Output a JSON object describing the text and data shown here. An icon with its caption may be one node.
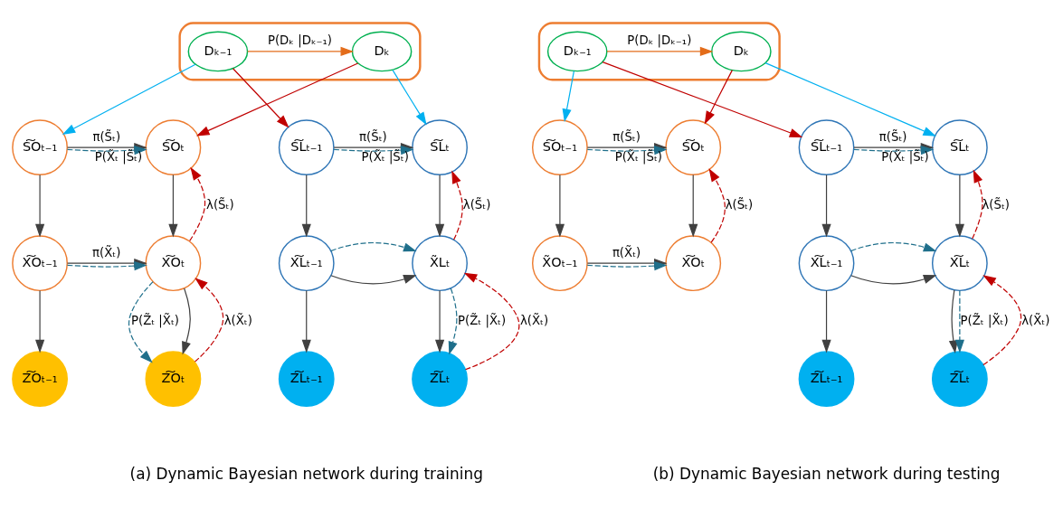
{
  "diagram": {
    "nodes": [
      {
        "text": [],
        "shape": "box"
      },
      {
        "text": [
          "Dₖ₋₁"
        ],
        "in": 0
      },
      {
        "text": [
          "Dₖ"
        ],
        "in": 0
      },
      {
        "text": [
          "S͠Oₜ₋₁"
        ]
      },
      {
        "text": [
          "S͠Oₜ"
        ]
      },
      {
        "text": [
          "S͠Lₜ₋₁"
        ]
      },
      {
        "text": [
          "S͠Lₜ"
        ]
      },
      {
        "text": [
          "X͠Oₜ₋₁"
        ]
      },
      {
        "text": [
          "X͠Oₜ"
        ]
      },
      {
        "text": [
          "X͠Lₜ₋₁"
        ]
      },
      {
        "text": [
          "X̃Lₜ"
        ]
      },
      {
        "text": [
          "Z͠Oₜ₋₁"
        ]
      },
      {
        "text": [
          "Z͠Oₜ"
        ]
      },
      {
        "text": [
          "Z͠Lₜ₋₁"
        ]
      },
      {
        "text": [
          "Z͠Lₜ"
        ]
      },
      {
        "text": [],
        "shape": "box"
      },
      {
        "text": [
          "Dₖ₋₁"
        ],
        "in": 15
      },
      {
        "text": [
          "Dₖ"
        ],
        "in": 15
      },
      {
        "text": [
          "S͠Oₜ₋₁"
        ]
      },
      {
        "text": [
          "S͠Oₜ"
        ]
      },
      {
        "text": [
          "S͠Lₜ₋₁"
        ]
      },
      {
        "text": [
          "S͠Lₜ"
        ]
      },
      {
        "text": [
          "X̃Oₜ₋₁"
        ]
      },
      {
        "text": [
          "X͠Oₜ"
        ]
      },
      {
        "text": [
          "X͠Lₜ₋₁"
        ]
      },
      {
        "text": [
          "X͠Lₜ"
        ]
      },
      {
        "text": [
          "Z͠Lₜ₋₁"
        ]
      },
      {
        "text": [
          "Z͠Lₜ"
        ]
      }
    ],
    "edges": [
      {
        "from": 1,
        "to": 2,
        "arrow": "to",
        "label": "P(Dₖ |Dₖ₋₁)",
        "color": "#e36c1a"
      },
      {
        "from": 1,
        "to": 3,
        "arrow": "to",
        "color": "#00b0f0"
      },
      {
        "from": 2,
        "to": 4,
        "arrow": "to",
        "color": "#c00000"
      },
      {
        "from": 1,
        "to": 5,
        "arrow": "to",
        "color": "#c00000"
      },
      {
        "from": 2,
        "to": 6,
        "arrow": "to",
        "color": "#00b0f0"
      },
      {
        "from": 3,
        "to": 4,
        "arrow": "to",
        "label": "π(S̃ₜ)"
      },
      {
        "from": 3,
        "to": 4,
        "arrow": "to",
        "label": "P(X̃ₜ |S̃ₜ)",
        "style": "dashed",
        "color": "#1f6f8b"
      },
      {
        "from": 3,
        "to": 7,
        "arrow": "to"
      },
      {
        "from": 4,
        "to": 8,
        "arrow": "to"
      },
      {
        "from": 8,
        "to": 4,
        "arrow": "to",
        "label": "λ(S̃ₜ)",
        "style": "dashed",
        "color": "#c00000"
      },
      {
        "from": 7,
        "to": 8,
        "arrow": "to",
        "label": "π(X̃ₜ)"
      },
      {
        "from": 7,
        "to": 8,
        "arrow": "to",
        "style": "dashed",
        "color": "#1f6f8b"
      },
      {
        "from": 7,
        "to": 11,
        "arrow": "to"
      },
      {
        "from": 8,
        "to": 12,
        "arrow": "to"
      },
      {
        "from": 8,
        "to": 12,
        "arrow": "to",
        "label": "P(Z̃ₜ |X̃ₜ)",
        "style": "dashed",
        "color": "#1f6f8b"
      },
      {
        "from": 12,
        "to": 8,
        "arrow": "to",
        "label": "λ(X̃ₜ)",
        "style": "dashed",
        "color": "#c00000"
      },
      {
        "from": 5,
        "to": 6,
        "arrow": "to",
        "label": "π(S̃ₜ)"
      },
      {
        "from": 5,
        "to": 6,
        "arrow": "to",
        "label": "P(X̃ₜ |S̃ₜ)",
        "style": "dashed",
        "color": "#1f6f8b"
      },
      {
        "from": 5,
        "to": 9,
        "arrow": "to"
      },
      {
        "from": 6,
        "to": 10,
        "arrow": "to"
      },
      {
        "from": 10,
        "to": 6,
        "arrow": "to",
        "label": "λ(S̃ₜ)",
        "style": "dashed",
        "color": "#c00000"
      },
      {
        "from": 9,
        "to": 10,
        "arrow": "to"
      },
      {
        "from": 9,
        "to": 10,
        "arrow": "to",
        "style": "dashed",
        "color": "#1f6f8b"
      },
      {
        "from": 9,
        "to": 13,
        "arrow": "to"
      },
      {
        "from": 10,
        "to": 14,
        "arrow": "to"
      },
      {
        "from": 10,
        "to": 14,
        "arrow": "to",
        "label": "P(Z̃ₜ |X̃ₜ)",
        "style": "dashed",
        "color": "#1f6f8b"
      },
      {
        "from": 14,
        "to": 10,
        "arrow": "to",
        "label": "λ(X̃ₜ)",
        "style": "dashed",
        "color": "#c00000"
      },
      {
        "from": 16,
        "to": 17,
        "arrow": "to",
        "label": "P(Dₖ |Dₖ₋₁)",
        "color": "#e36c1a"
      },
      {
        "from": 16,
        "to": 18,
        "arrow": "to",
        "color": "#00b0f0"
      },
      {
        "from": 17,
        "to": 19,
        "arrow": "to",
        "color": "#c00000"
      },
      {
        "from": 16,
        "to": 20,
        "arrow": "to",
        "color": "#c00000"
      },
      {
        "from": 17,
        "to": 21,
        "arrow": "to",
        "color": "#00b0f0"
      },
      {
        "from": 18,
        "to": 19,
        "arrow": "to",
        "label": "π(S̃ₜ)"
      },
      {
        "from": 18,
        "to": 19,
        "arrow": "to",
        "label": "P(X̃ₜ |S̃ₜ)",
        "style": "dashed",
        "color": "#1f6f8b"
      },
      {
        "from": 18,
        "to": 22,
        "arrow": "to"
      },
      {
        "from": 19,
        "to": 23,
        "arrow": "to"
      },
      {
        "from": 23,
        "to": 19,
        "arrow": "to",
        "label": "λ(S̃ₜ)",
        "style": "dashed",
        "color": "#c00000"
      },
      {
        "from": 22,
        "to": 23,
        "arrow": "to",
        "label": "π(X̃ₜ)"
      },
      {
        "from": 22,
        "to": 23,
        "arrow": "to",
        "style": "dashed",
        "color": "#1f6f8b"
      },
      {
        "from": 20,
        "to": 21,
        "arrow": "to",
        "label": "π(S̃ₜ)"
      },
      {
        "from": 20,
        "to": 21,
        "arrow": "to",
        "label": "P(X̃ₜ |S̃ₜ)",
        "style": "dashed",
        "color": "#1f6f8b"
      },
      {
        "from": 20,
        "to": 24,
        "arrow": "to"
      },
      {
        "from": 21,
        "to": 25,
        "arrow": "to"
      },
      {
        "from": 25,
        "to": 21,
        "arrow": "to",
        "label": "λ(S̃ₜ)",
        "style": "dashed",
        "color": "#c00000"
      },
      {
        "from": 24,
        "to": 25,
        "arrow": "to"
      },
      {
        "from": 24,
        "to": 25,
        "arrow": "to",
        "style": "dashed",
        "color": "#1f6f8b"
      },
      {
        "from": 24,
        "to": 26,
        "arrow": "to"
      },
      {
        "from": 25,
        "to": 27,
        "arrow": "to"
      },
      {
        "from": 25,
        "to": 27,
        "arrow": "to",
        "label": "P(Z̃ₜ |X̃ₜ)",
        "style": "dashed",
        "color": "#1f6f8b"
      },
      {
        "from": 27,
        "to": 25,
        "arrow": "to",
        "label": "λ(X̃ₜ)",
        "style": "dashed",
        "color": "#c00000"
      }
    ],
    "labels": [
      "(a) Dynamic Bayesian network during training",
      "(b) Dynamic Bayesian network during testing"
    ]
  }
}
